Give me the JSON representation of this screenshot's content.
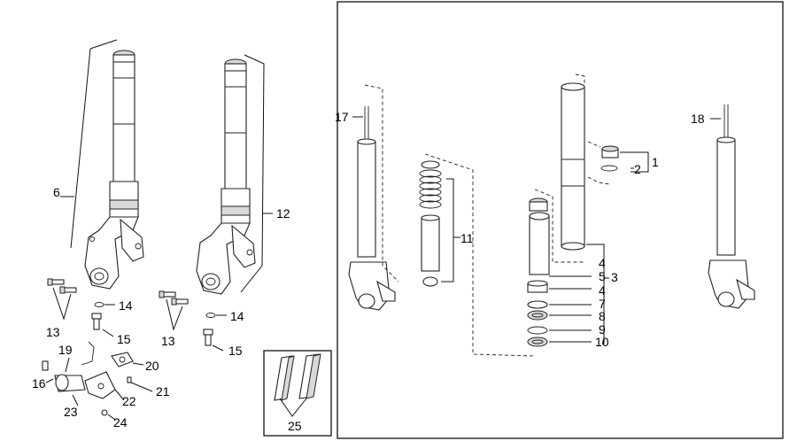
{
  "labels": {
    "l1": "1",
    "l2": "2",
    "l3": "3",
    "l4a": "4",
    "l4b": "4",
    "l5": "5",
    "l6": "6",
    "l7": "7",
    "l8": "8",
    "l9": "9",
    "l10": "10",
    "l11": "11",
    "l12": "12",
    "l13a": "13",
    "l13b": "13",
    "l14a": "14",
    "l14b": "14",
    "l15a": "15",
    "l15b": "15",
    "l16": "16",
    "l17": "17",
    "l18": "18",
    "l19": "19",
    "l20": "20",
    "l21": "21",
    "l22": "22",
    "l23": "23",
    "l24": "24",
    "l25": "25"
  }
}
